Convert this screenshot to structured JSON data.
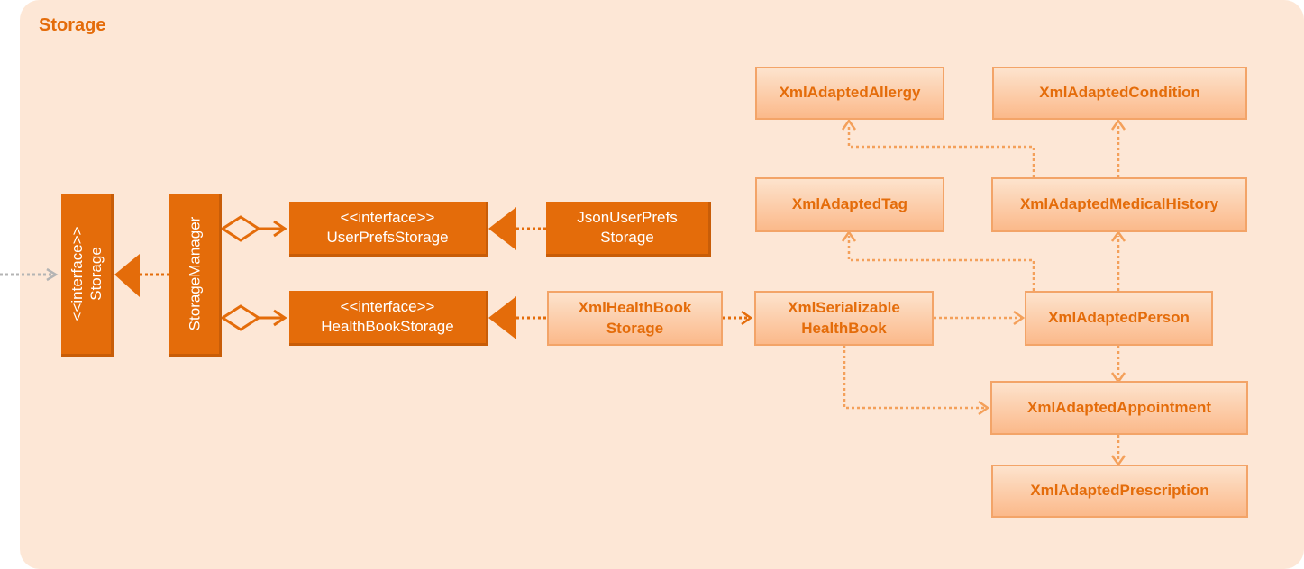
{
  "diagram": {
    "package_title": "Storage",
    "storage": {
      "stereotype": "<<interface>>",
      "name": "Storage"
    },
    "storage_manager": {
      "name": "StorageManager"
    },
    "user_prefs_storage": {
      "stereotype": "<<interface>>",
      "name": "UserPrefsStorage"
    },
    "health_book_storage": {
      "stereotype": "<<interface>>",
      "name": "HealthBookStorage"
    },
    "json_user_prefs_storage": {
      "line1": "JsonUserPrefs",
      "line2": "Storage"
    },
    "xml_health_book_storage": {
      "line1": "XmlHealthBook",
      "line2": "Storage"
    },
    "xml_serializable_health_book": {
      "line1": "XmlSerializable",
      "line2": "HealthBook"
    },
    "xml_adapted_allergy": "XmlAdaptedAllergy",
    "xml_adapted_condition": "XmlAdaptedCondition",
    "xml_adapted_tag": "XmlAdaptedTag",
    "xml_adapted_medical_history": "XmlAdaptedMedicalHistory",
    "xml_adapted_person": "XmlAdaptedPerson",
    "xml_adapted_appointment": "XmlAdaptedAppointment",
    "xml_adapted_prescription": "XmlAdaptedPrescription"
  },
  "colors": {
    "dark_box": "#e46c0a",
    "light_box_border": "#f3a468",
    "arrow": "#e46c0a",
    "light_arrow": "#f4a05a",
    "panel_background": "#fde7d6",
    "incoming_arrow": "#b4b4b4"
  }
}
